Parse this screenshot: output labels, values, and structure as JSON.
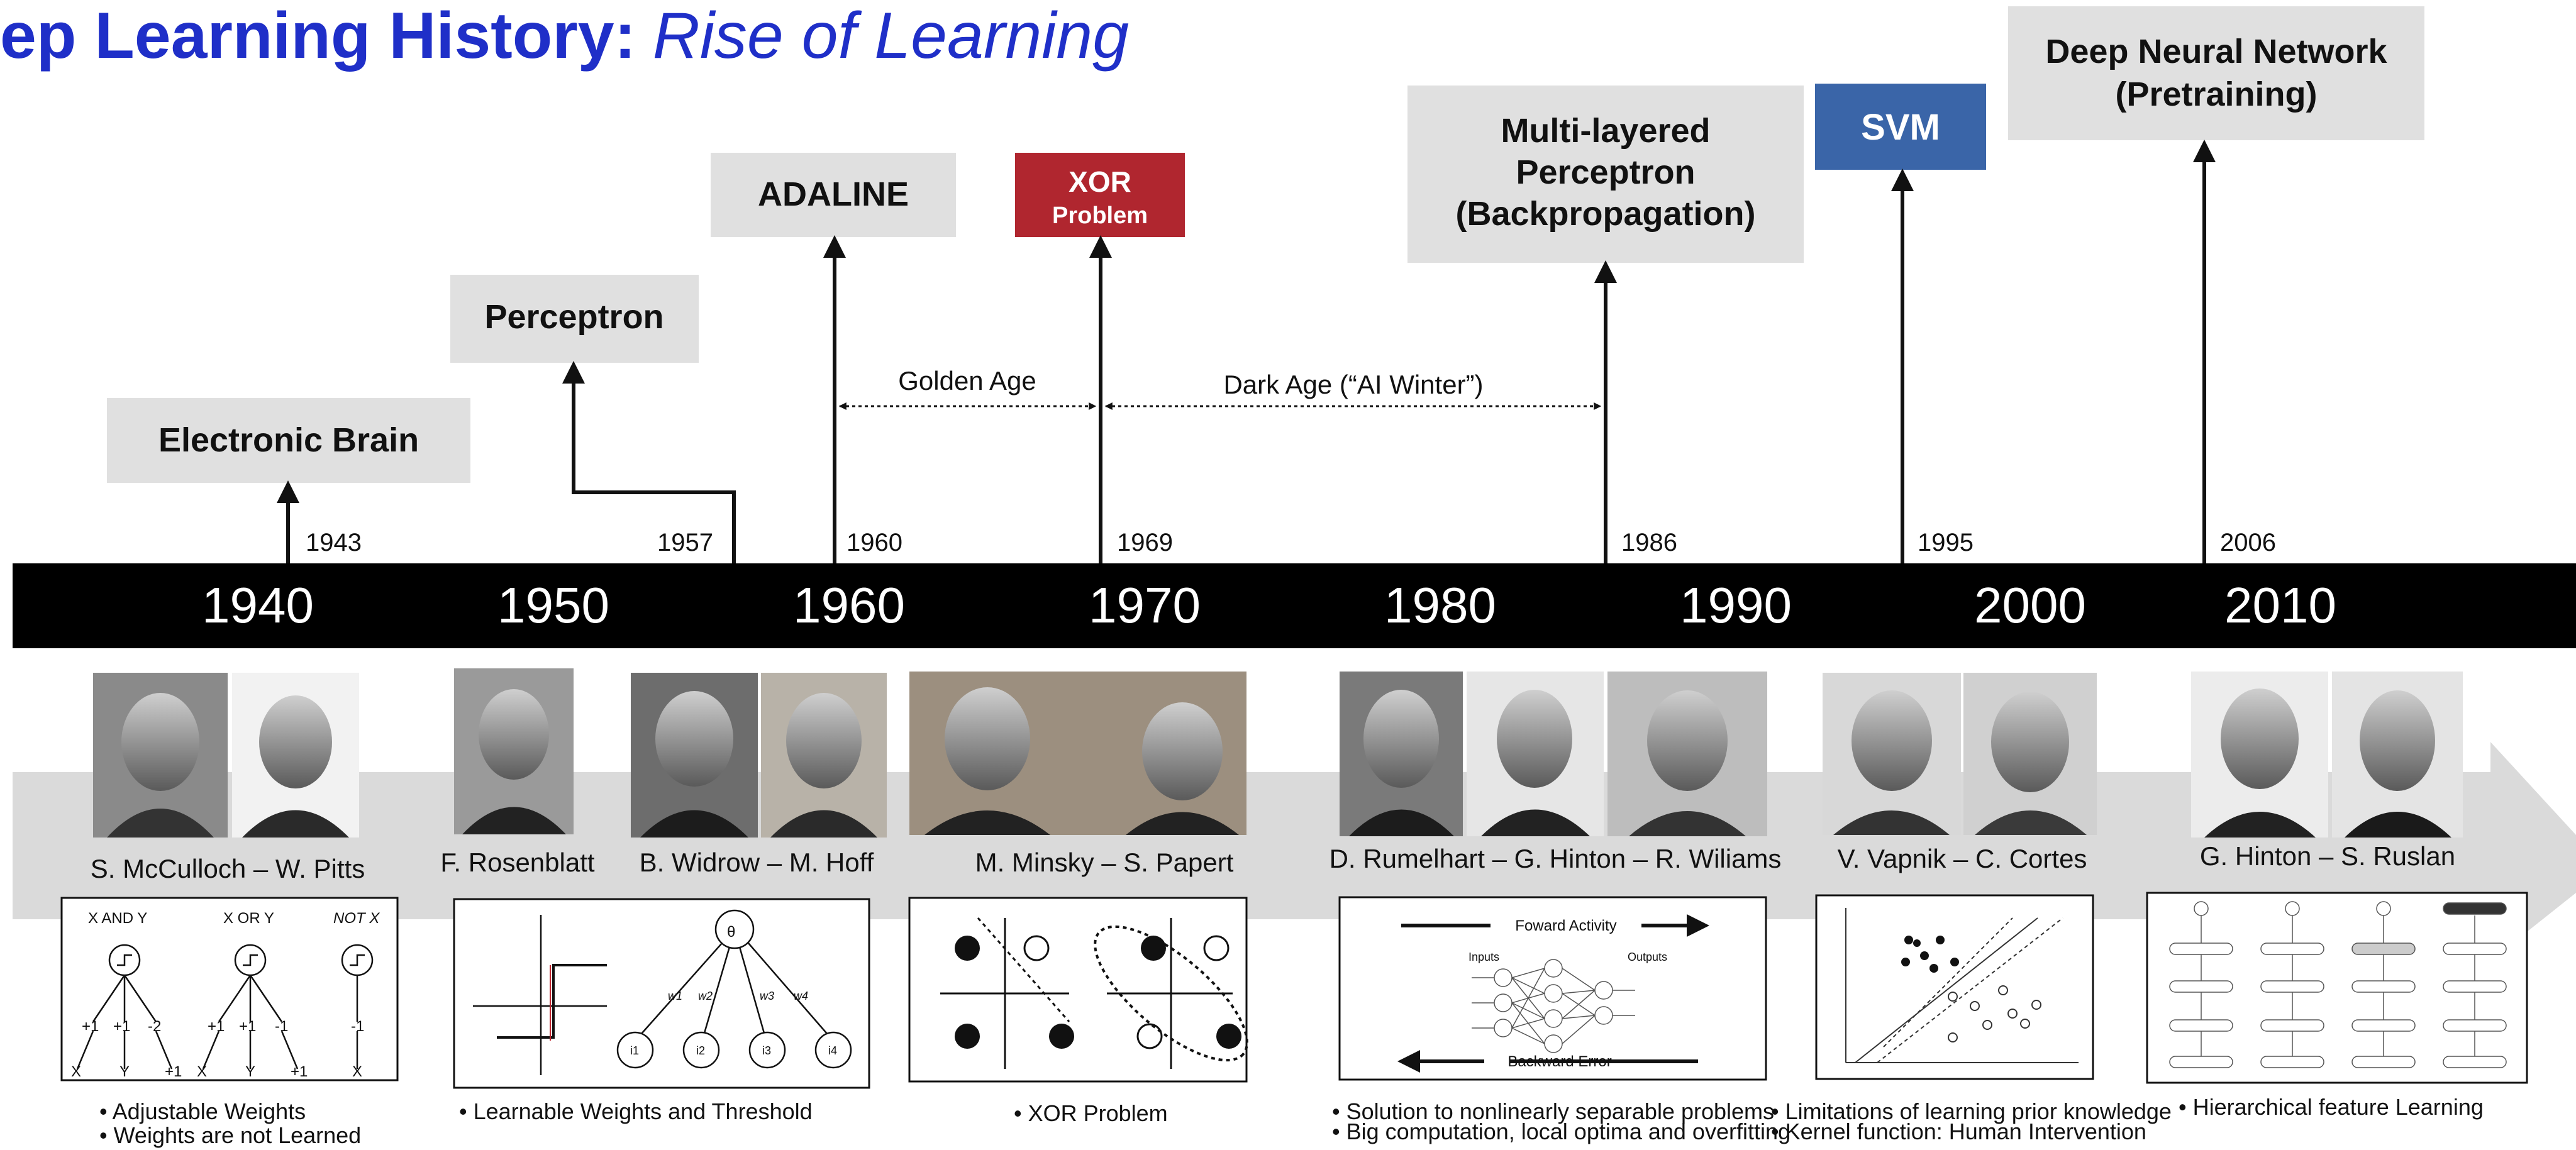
{
  "title": {
    "main": "ep Learning History:",
    "sub": "Rise of Learning"
  },
  "milestones": {
    "electronic_brain": "Electronic Brain",
    "perceptron": "Perceptron",
    "adaline": "ADALINE",
    "xor_line1": "XOR",
    "xor_line2": "Problem",
    "mlp_line1": "Multi-layered",
    "mlp_line2": "Perceptron",
    "mlp_line3": "(Backpropagation)",
    "svm": "SVM",
    "dnn_line1": "Deep Neural Network",
    "dnn_line2": "(Pretraining)"
  },
  "milestone_years": [
    "1943",
    "1957",
    "1960",
    "1969",
    "1986",
    "1995",
    "2006"
  ],
  "decades": [
    "1940",
    "1950",
    "1960",
    "1970",
    "1980",
    "1990",
    "2000",
    "2010"
  ],
  "ages": {
    "golden": "Golden Age",
    "dark": "Dark Age (“AI Winter”)"
  },
  "people": [
    "S. McCulloch – W. Pitts",
    "F. Rosenblatt",
    "B. Widrow – M. Hoff",
    "M. Minsky – S. Papert",
    "D. Rumelhart – G. Hinton – R. Wiliams",
    "V. Vapnik – C. Cortes",
    "G. Hinton – S. Ruslan"
  ],
  "logic": {
    "and": "X AND Y",
    "or": "X OR Y",
    "not": "NOT X",
    "and_w": [
      "+1",
      "+1",
      "-2"
    ],
    "or_w": [
      "+1",
      "+1",
      "-1"
    ],
    "not_w": "-1",
    "x": "X",
    "y": "Y",
    "one": "+1"
  },
  "perceptron_diagram": {
    "theta": "θ",
    "weights": [
      "w1",
      "w2",
      "w3",
      "w4"
    ],
    "inputs": [
      "i1",
      "i2",
      "i3",
      "i4"
    ]
  },
  "backprop": {
    "forward": "Foward Activity",
    "backward": "Backward Error",
    "inputs": "Inputs",
    "outputs": "Outputs"
  },
  "captions": {
    "c1a": "• Adjustable Weights",
    "c1b": "• Weights are not Learned",
    "c2": "• Learnable Weights  and Threshold",
    "c3": "• XOR Problem",
    "c4a": "• Solution to nonlinearly separable problems",
    "c4b": "• Big computation, local optima and overfitting",
    "c5a": "• Limitations of learning prior knowledge",
    "c5b": "• Kernel function: Human Intervention",
    "c6": "• Hierarchical feature Learning"
  },
  "colors": {
    "title": "#1f2fc8",
    "box": "#e0e0e0",
    "xor": "#b0262f",
    "svm": "#3a65a8",
    "band": "#000000",
    "arrow": "#dadada"
  }
}
